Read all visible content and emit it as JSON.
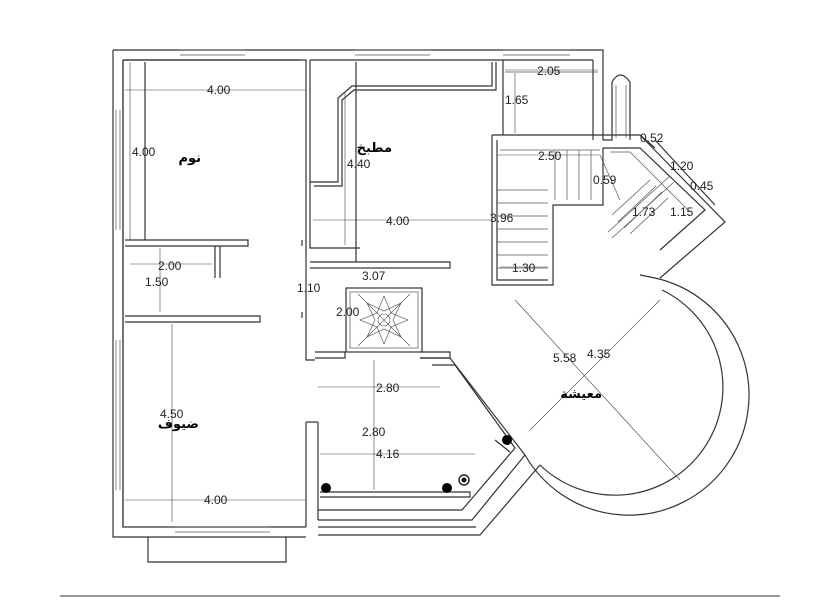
{
  "rooms": {
    "bedroom": "نوم",
    "kitchen": "مطبخ",
    "guests": "ضيوف",
    "living": "معيشة"
  },
  "dims": {
    "bed_width": "4.00",
    "bed_height": "4.00",
    "kitchen_height": "4.40",
    "kitchen_width": "4.00",
    "top_right_width": "2.05",
    "top_right_height": "1.65",
    "stair_width": "2.50",
    "stair_depth": "0.59",
    "stair_length": "3.96",
    "stair_bottom": "1.30",
    "corner_a": "0.52",
    "corner_b": "1.20",
    "corner_c": "0.45",
    "corner_d": "1.73",
    "corner_e": "1.15",
    "bath_width": "2.00",
    "bath_height": "1.50",
    "corridor_width": "1.10",
    "light_well_width": "3.07",
    "light_well_height": "2.00",
    "hall_width": "2.80",
    "hall_height": "2.80",
    "hall_bottom": "4.16",
    "guest_height": "4.50",
    "guest_width": "4.00",
    "living_a": "5.58",
    "living_b": "4.35"
  }
}
